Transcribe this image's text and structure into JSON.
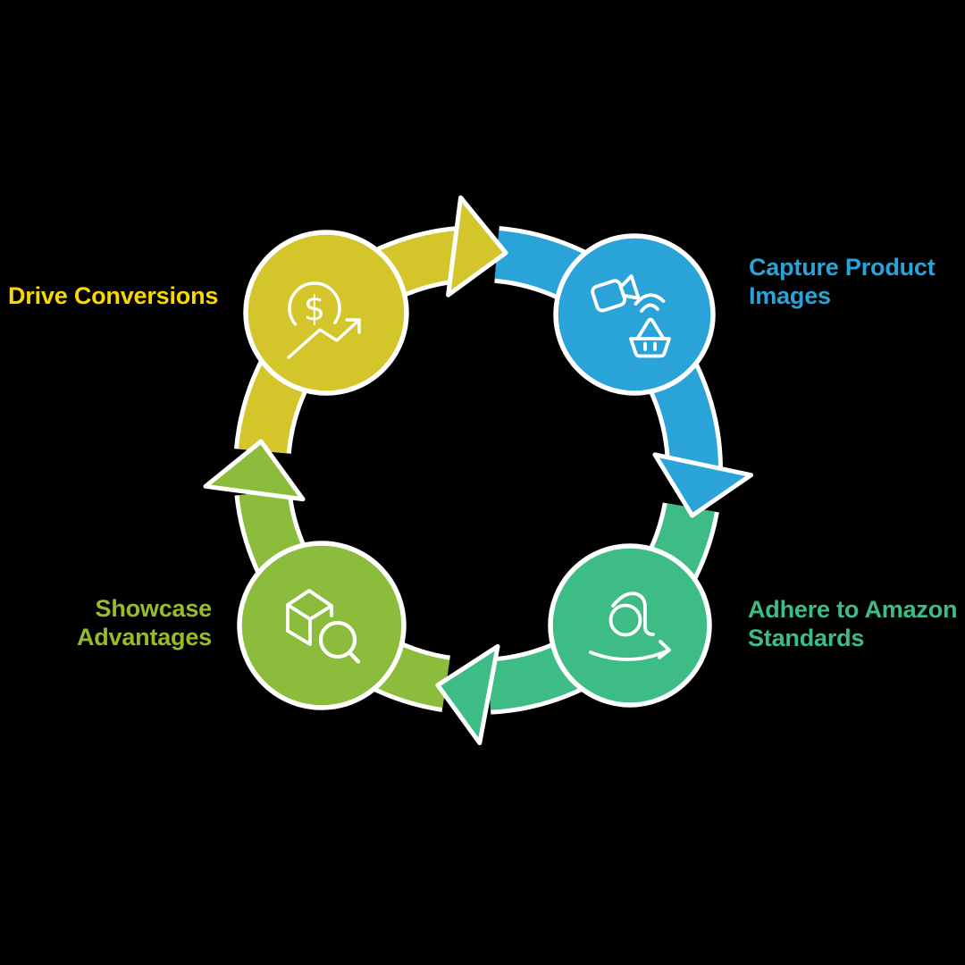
{
  "diagram": {
    "type": "cycle",
    "direction": "clockwise",
    "background_color": "#000000",
    "outline_color": "#ffffff",
    "icon_stroke_color": "#ffffff",
    "dollar_sign": "$",
    "amazon_letter": "a",
    "nodes": [
      {
        "id": "drive-conversions",
        "position": "top-left",
        "color": "#d4c52b",
        "label_color": "#f8d800",
        "icon": "coin-dollar-growth-icon",
        "lines": [
          "Drive Conversions"
        ]
      },
      {
        "id": "capture-product-images",
        "position": "top-right",
        "color": "#2aa3d8",
        "label_color": "#2aa3d8",
        "icon": "video-camera-basket-icon",
        "lines": [
          "Capture Product",
          "Images"
        ]
      },
      {
        "id": "adhere-to-amazon-standards",
        "position": "bottom-right",
        "color": "#3ebc85",
        "label_color": "#3ebc85",
        "icon": "amazon-a-smile-icon",
        "lines": [
          "Adhere to Amazon",
          "Standards"
        ]
      },
      {
        "id": "showcase-advantages",
        "position": "bottom-left",
        "color": "#8cbc3c",
        "label_color": "#97bb2a",
        "icon": "cube-magnifier-icon",
        "lines": [
          "Showcase",
          "Advantages"
        ]
      }
    ]
  }
}
